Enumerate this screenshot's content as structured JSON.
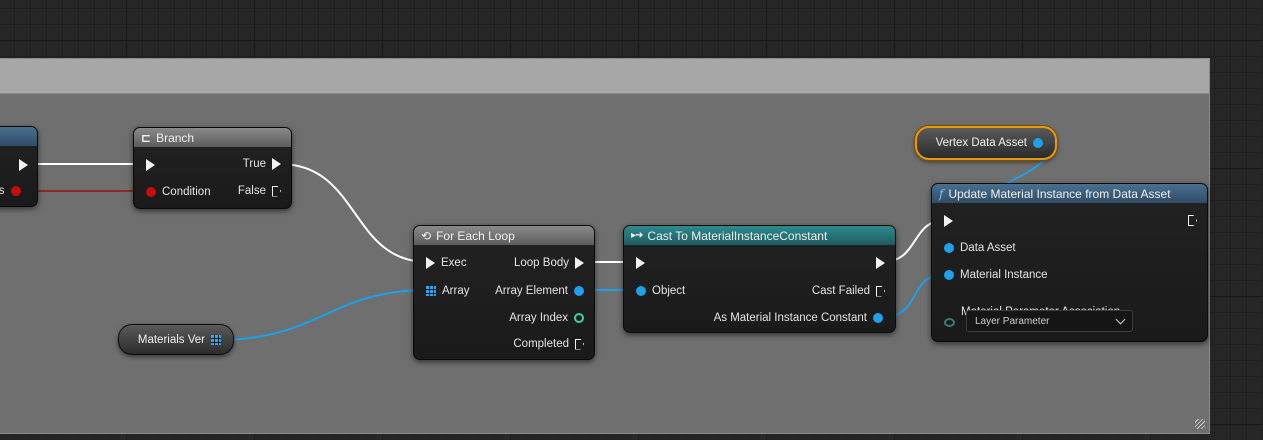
{
  "nodes": {
    "branch": {
      "title": "Branch",
      "pins": {
        "condition": "Condition",
        "true": "True",
        "false": "False"
      }
    },
    "for_each_loop": {
      "title": "For Each Loop",
      "pins": {
        "exec": "Exec",
        "array": "Array",
        "loop_body": "Loop Body",
        "array_element": "Array Element",
        "array_index": "Array Index",
        "completed": "Completed"
      }
    },
    "cast": {
      "title": "Cast To MaterialInstanceConstant",
      "pins": {
        "object": "Object",
        "cast_failed": "Cast Failed",
        "as_mic": "As Material Instance Constant"
      }
    },
    "update_material": {
      "title": "Update Material Instance from Data Asset",
      "pins": {
        "data_asset": "Data Asset",
        "material_instance": "Material Instance",
        "param_association": "Material Parameter Association"
      },
      "dropdown_value": "Layer Parameter"
    },
    "left_partial": {
      "pin_fragment": "ss"
    }
  },
  "variables": {
    "vertex_data_asset": "Vertex Data Asset",
    "materials_ver": "Materials Ver"
  },
  "colors": {
    "exec_wire": "#ffffff",
    "object_wire": "#1ea0ea",
    "bool_wire": "#9a1010",
    "selection": "#e39a10",
    "comment_header": "#a7a7a7",
    "comment_body": "#6f6f6f"
  }
}
